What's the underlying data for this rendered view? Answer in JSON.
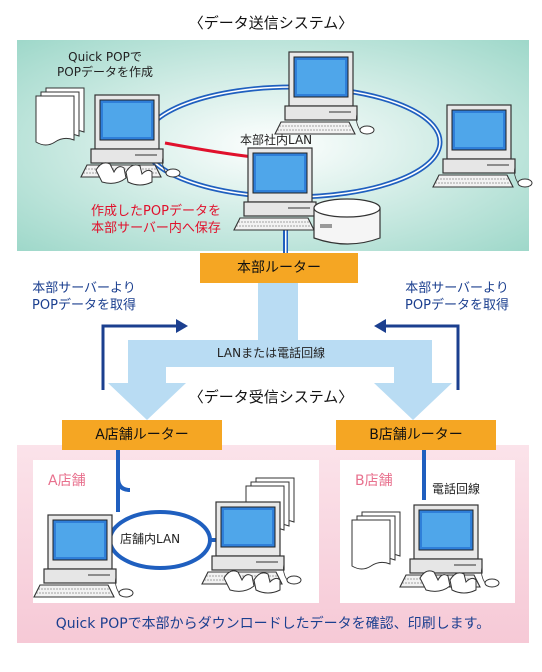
{
  "send_title": "〈データ送信システム〉",
  "receive_title": "〈データ受信システム〉",
  "quickpop_create": [
    "Quick POPで",
    "POPデータを作成"
  ],
  "lan_label": "本部社内LAN",
  "save_note": [
    "作成したPOPデータを",
    "本部サーバー内へ保存"
  ],
  "hq_router": "本部ルーター",
  "fetch_left": [
    "本部サーバーより",
    "POPデータを取得"
  ],
  "fetch_right": [
    "本部サーバーより",
    "POPデータを取得"
  ],
  "link_label": "LANまたは電話回線",
  "router_a": "A店舗ルーター",
  "router_b": "B店舗ルーター",
  "store_a": "A店舗",
  "store_b": "B店舗",
  "store_lan": "店舗内LAN",
  "phone_line": "電話回線",
  "footer": "Quick POPで本部からダウンロードしたデータを確認、印刷します。",
  "colors": {
    "send_bg": "#bfe6dc",
    "receive_bg": "#f9d6e0",
    "router": "#f5a623",
    "arrow": "#b9dcf3",
    "text_blue": "#1b3f8f",
    "text_red": "#e0112c"
  },
  "icons": [
    "desktop-computer-icon",
    "server-icon",
    "printer-output-icon",
    "hands-typing-icon"
  ]
}
